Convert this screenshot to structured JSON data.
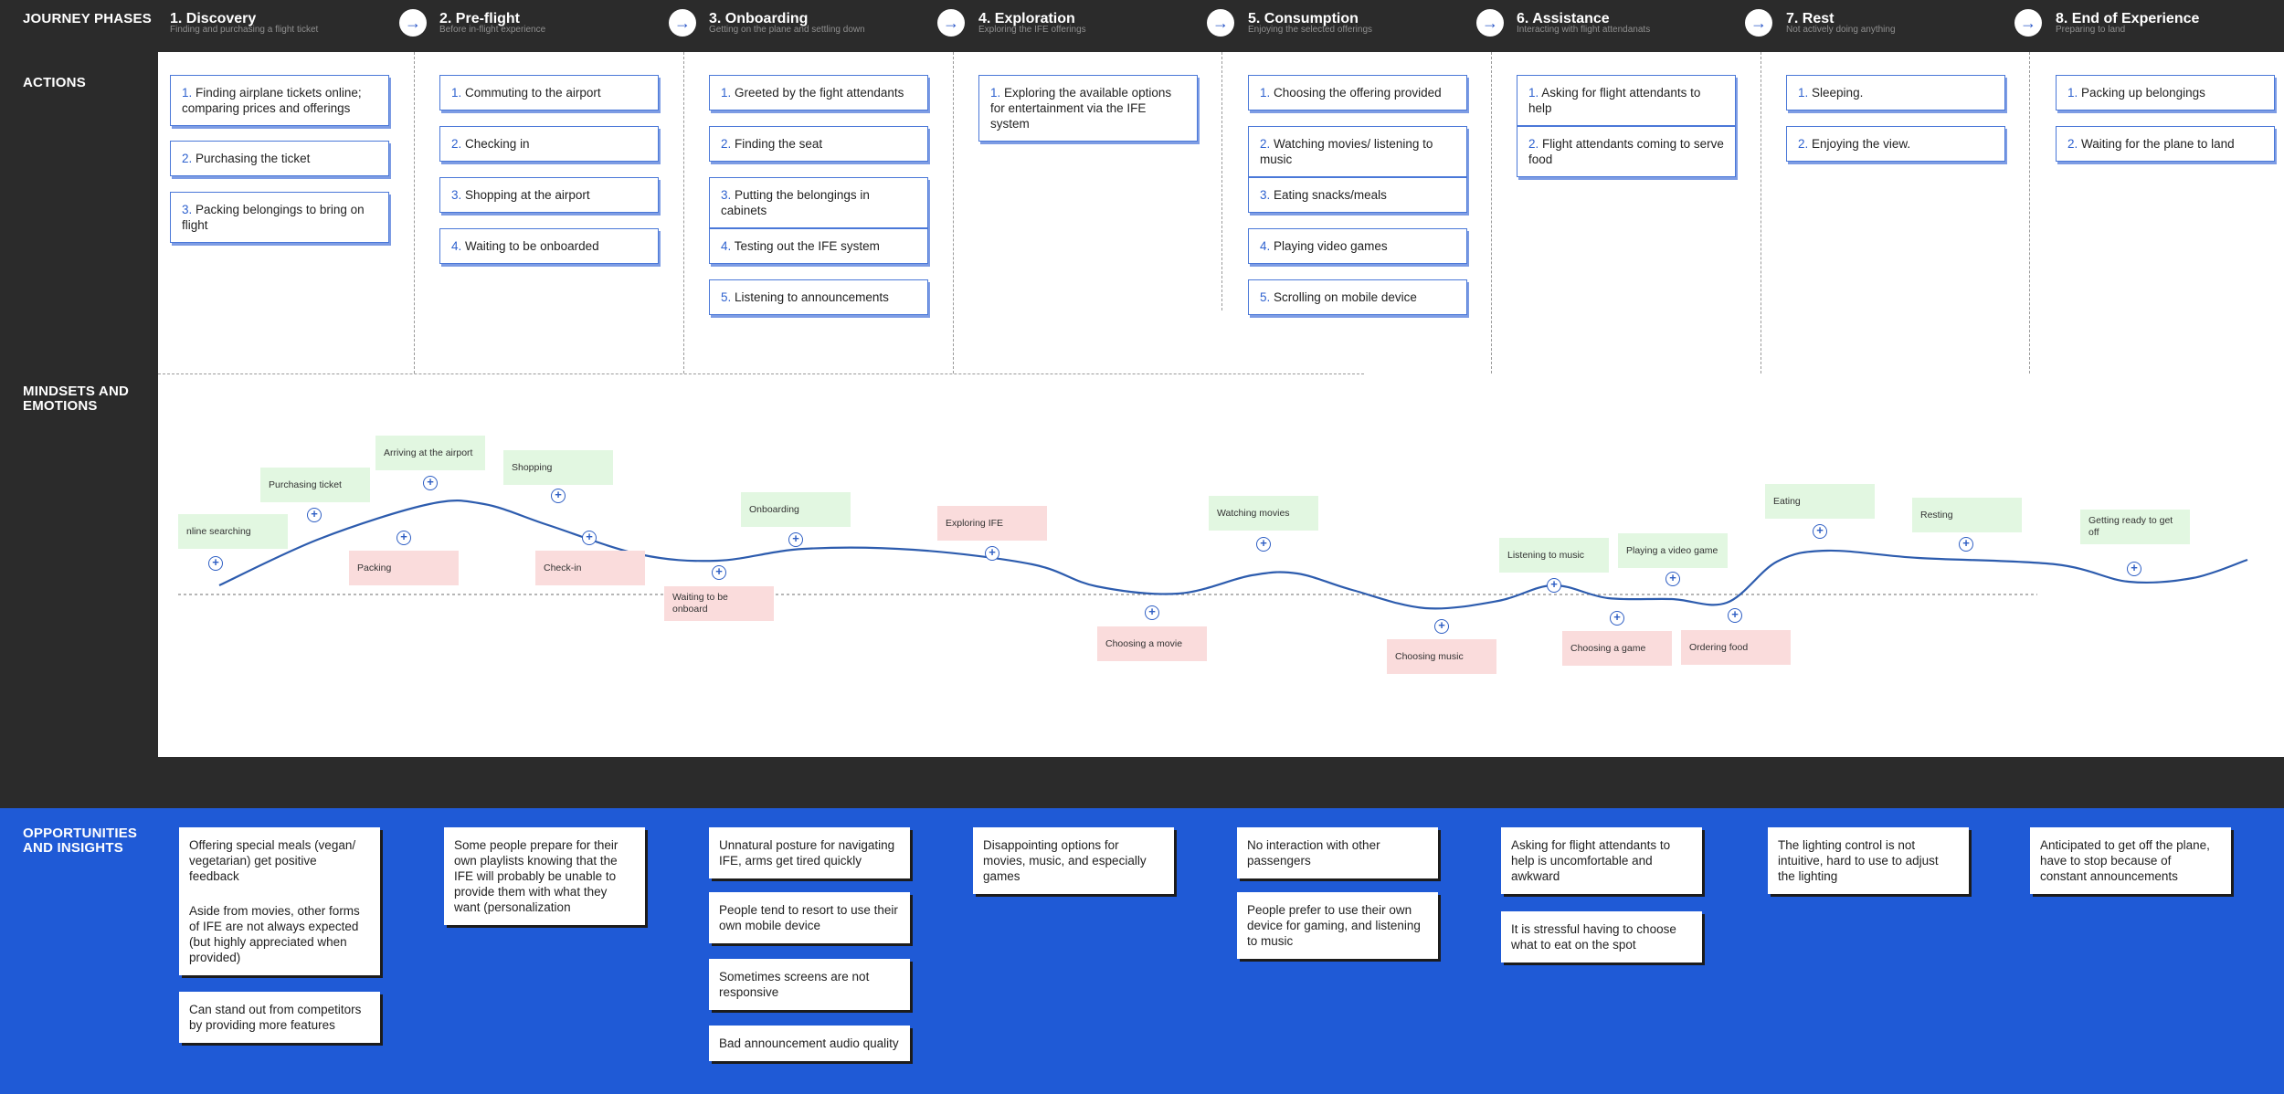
{
  "row_labels": {
    "journey": "JOURNEY PHASES",
    "actions": "ACTIONS",
    "mindsets": "MINDSETS AND EMOTIONS",
    "opportunities": "OPPORTUNITIES AND INSIGHTS"
  },
  "phases": [
    {
      "title": "1. Discovery",
      "subtitle": "Finding and purchasing a flight ticket"
    },
    {
      "title": "2. Pre-flight",
      "subtitle": "Before in-flight experience"
    },
    {
      "title": "3. Onboarding",
      "subtitle": "Getting on the plane and settling down"
    },
    {
      "title": "4. Exploration",
      "subtitle": "Exploring the IFE offerings"
    },
    {
      "title": "5. Consumption",
      "subtitle": "Enjoying the selected offerings"
    },
    {
      "title": "6. Assistance",
      "subtitle": "Interacting with flight attendanats"
    },
    {
      "title": "7. Rest",
      "subtitle": "Not actively doing anything"
    },
    {
      "title": "8. End of Experience",
      "subtitle": "Preparing to land"
    }
  ],
  "arrow_glyph": "→",
  "actions": [
    [
      {
        "num": "1.",
        "text": "Finding airplane tickets online; comparing prices and offerings"
      },
      {
        "num": "2.",
        "text": "Purchasing the ticket"
      },
      {
        "num": "3.",
        "text": "Packing belongings to bring on flight"
      }
    ],
    [
      {
        "num": "1.",
        "text": "Commuting to the airport"
      },
      {
        "num": "2.",
        "text": "Checking in"
      },
      {
        "num": "3.",
        "text": "Shopping at the airport"
      },
      {
        "num": "4.",
        "text": "Waiting to be onboarded"
      }
    ],
    [
      {
        "num": "1.",
        "text": "Greeted by the fight attendants"
      },
      {
        "num": "2.",
        "text": "Finding the seat"
      },
      {
        "num": "3.",
        "text": "Putting the belongings in cabinets"
      },
      {
        "num": "4.",
        "text": "Testing out the IFE system"
      },
      {
        "num": "5.",
        "text": "Listening to announcements"
      }
    ],
    [
      {
        "num": "1.",
        "text": "Exploring the available options for entertainment via the IFE system"
      }
    ],
    [
      {
        "num": "1.",
        "text": "Choosing the offering provided"
      },
      {
        "num": "2.",
        "text": "Watching movies/ listening to music"
      },
      {
        "num": "3.",
        "text": "Eating snacks/meals"
      },
      {
        "num": "4.",
        "text": "Playing video games"
      },
      {
        "num": "5.",
        "text": "Scrolling on mobile device"
      }
    ],
    [
      {
        "num": "1.",
        "text": "Asking for flight attendants to help"
      },
      {
        "num": "2.",
        "text": "Flight attendants coming to serve food"
      }
    ],
    [
      {
        "num": "1.",
        "text": "Sleeping."
      },
      {
        "num": "2.",
        "text": "Enjoying the view."
      }
    ],
    [
      {
        "num": "1.",
        "text": "Packing up belongings"
      },
      {
        "num": "2.",
        "text": "Waiting for the plane to land"
      }
    ]
  ],
  "emotion_notes": [
    {
      "text": "nline searching",
      "sentiment": "positive"
    },
    {
      "text": "Purchasing ticket",
      "sentiment": "positive"
    },
    {
      "text": "Arriving at the airport",
      "sentiment": "positive"
    },
    {
      "text": "Shopping",
      "sentiment": "positive"
    },
    {
      "text": "Packing",
      "sentiment": "negative"
    },
    {
      "text": "Check-in",
      "sentiment": "negative"
    },
    {
      "text": "Waiting to be onboard",
      "sentiment": "negative"
    },
    {
      "text": "Onboarding",
      "sentiment": "positive"
    },
    {
      "text": "Exploring IFE",
      "sentiment": "negative"
    },
    {
      "text": "Choosing a movie",
      "sentiment": "negative"
    },
    {
      "text": "Watching movies",
      "sentiment": "positive"
    },
    {
      "text": "Choosing music",
      "sentiment": "negative"
    },
    {
      "text": "Listening to music",
      "sentiment": "positive"
    },
    {
      "text": "Choosing a game",
      "sentiment": "negative"
    },
    {
      "text": "Playing a video game",
      "sentiment": "positive"
    },
    {
      "text": "Ordering food",
      "sentiment": "negative"
    },
    {
      "text": "Eating",
      "sentiment": "positive"
    },
    {
      "text": "Resting",
      "sentiment": "positive"
    },
    {
      "text": "Getting ready to get off",
      "sentiment": "positive"
    }
  ],
  "plus_glyph": "+",
  "insights": [
    [
      "Offering special meals (vegan/ vegetarian) get positive feedback",
      "Aside from movies, other forms of IFE are not always expected (but highly appreciated when provided)",
      "Can stand out from competitors by providing more features"
    ],
    [
      "Some people prepare for their own playlists knowing that the IFE will probably be unable to provide them with what they want (personalization"
    ],
    [
      "Unnatural posture for navigating IFE, arms get tired quickly",
      "People tend to resort to use their own mobile device",
      "Sometimes screens are not responsive",
      "Bad announcement audio quality"
    ],
    [
      "Disappointing options for movies, music, and especially games"
    ],
    [
      "No interaction with other passengers",
      "People prefer to use their own device for gaming, and listening to music"
    ],
    [
      "Asking for flight attendants to help is uncomfortable and awkward",
      "It is stressful having to choose what to eat on the spot"
    ],
    [
      "The lighting control is not intuitive, hard to use to adjust the lighting"
    ],
    [
      "Anticipated to get off the plane, have to stop because of constant announcements"
    ]
  ],
  "colors": {
    "dark_background": "#2b2b2b",
    "opportunities_background": "#1f5ad6",
    "accent_blue": "#2f5fc4",
    "positive_note": "#e2f7e1",
    "negative_note": "#fadcdc"
  }
}
